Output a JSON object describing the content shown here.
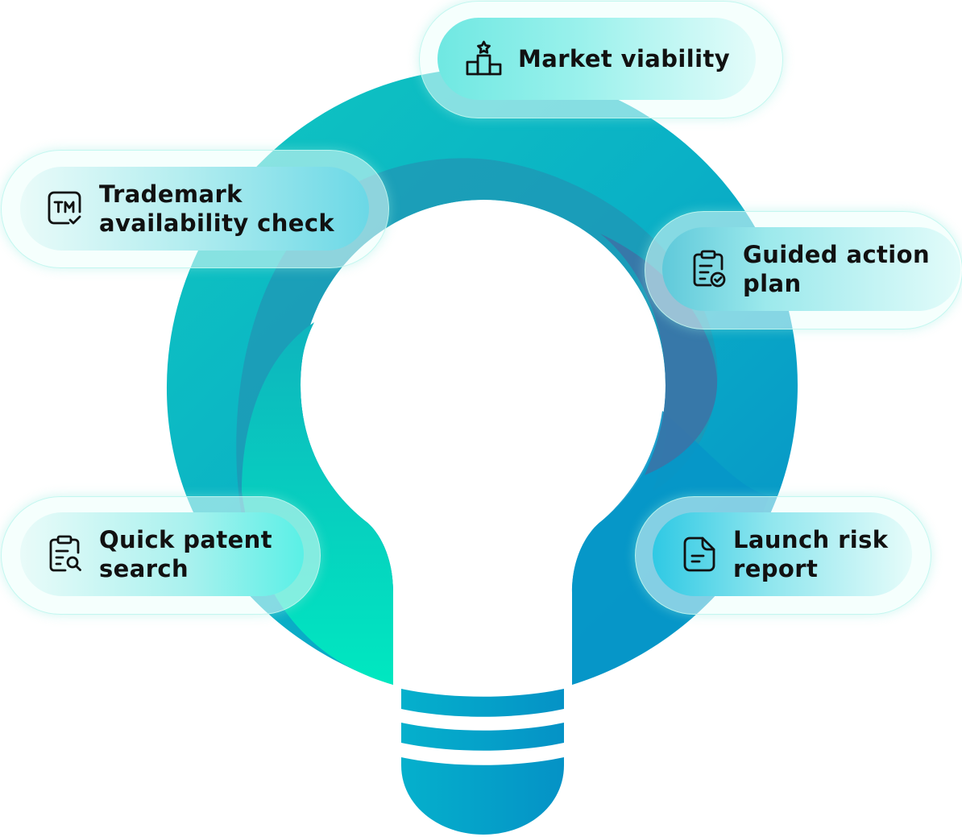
{
  "items": {
    "market": {
      "line1": "Market viability",
      "icon": "podium-star-icon"
    },
    "trademark": {
      "line1": "Trademark",
      "line2": "availability check",
      "icon": "trademark-check-icon"
    },
    "guided": {
      "line1": "Guided action",
      "line2": "plan",
      "icon": "clipboard-check-icon"
    },
    "patent": {
      "line1": "Quick patent",
      "line2": "search",
      "icon": "clipboard-search-icon"
    },
    "launch": {
      "line1": "Launch risk",
      "line2": "report",
      "icon": "document-icon"
    }
  },
  "colors": {
    "teal": "#0CC4C0",
    "green": "#00E3C0",
    "blue": "#0690C8",
    "deep": "#3A79A8",
    "stripe": "#04A6C8"
  }
}
